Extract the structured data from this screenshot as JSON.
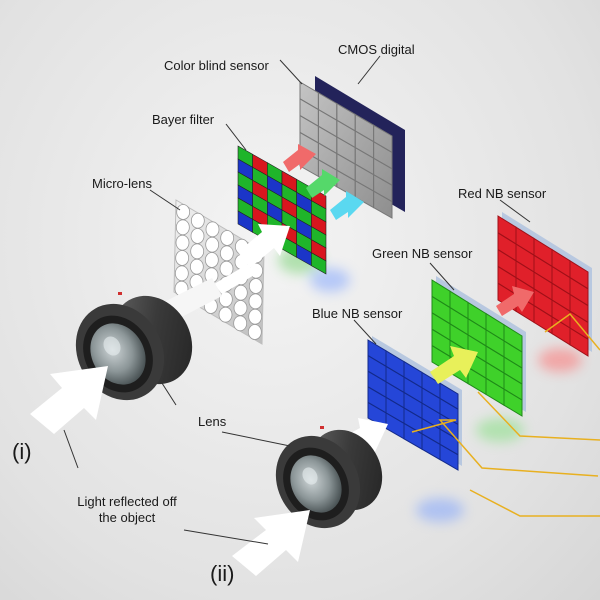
{
  "labels": {
    "cmos_digital": "CMOS digital",
    "color_blind_sensor": "Color blind sensor",
    "bayer_filter": "Bayer filter",
    "micro_lens": "Micro-lens",
    "red_nb_sensor": "Red NB sensor",
    "green_nb_sensor": "Green NB sensor",
    "blue_nb_sensor": "Blue NB sensor",
    "lens": "Lens",
    "light_line1": "Light reflected off",
    "light_line2": "the object",
    "path_i": "(i)",
    "path_ii": "(ii)"
  },
  "colors": {
    "sensor_red": "#e0202a",
    "sensor_green": "#3fd12a",
    "sensor_blue": "#2546d8",
    "bayer_red": "#d8161e",
    "bayer_green": "#1fb52a",
    "bayer_blue": "#1b35c8",
    "cmos_frame": "#23235a",
    "cmos_grid": "#9a9a9a",
    "arrow_red": "#f06a6a",
    "arrow_green": "#55d86a",
    "arrow_cyan": "#5ad8f0",
    "arrow_yellow": "#e8f05a",
    "wire": "#e8b020",
    "lens_body": "#4a4a4a"
  },
  "icons": {
    "light_arrow": "white-arrow-icon",
    "lens": "camera-lens-icon"
  }
}
